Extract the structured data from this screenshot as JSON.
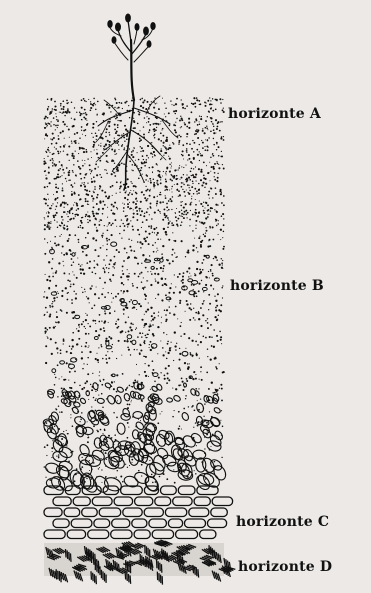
{
  "labels": {
    "a": "horizonte  A",
    "b": "horizonte  B",
    "c": "horizonte  C",
    "d": "horizonte  D"
  },
  "colors": {
    "background": "#ece9e6",
    "ink": "#111111"
  }
}
